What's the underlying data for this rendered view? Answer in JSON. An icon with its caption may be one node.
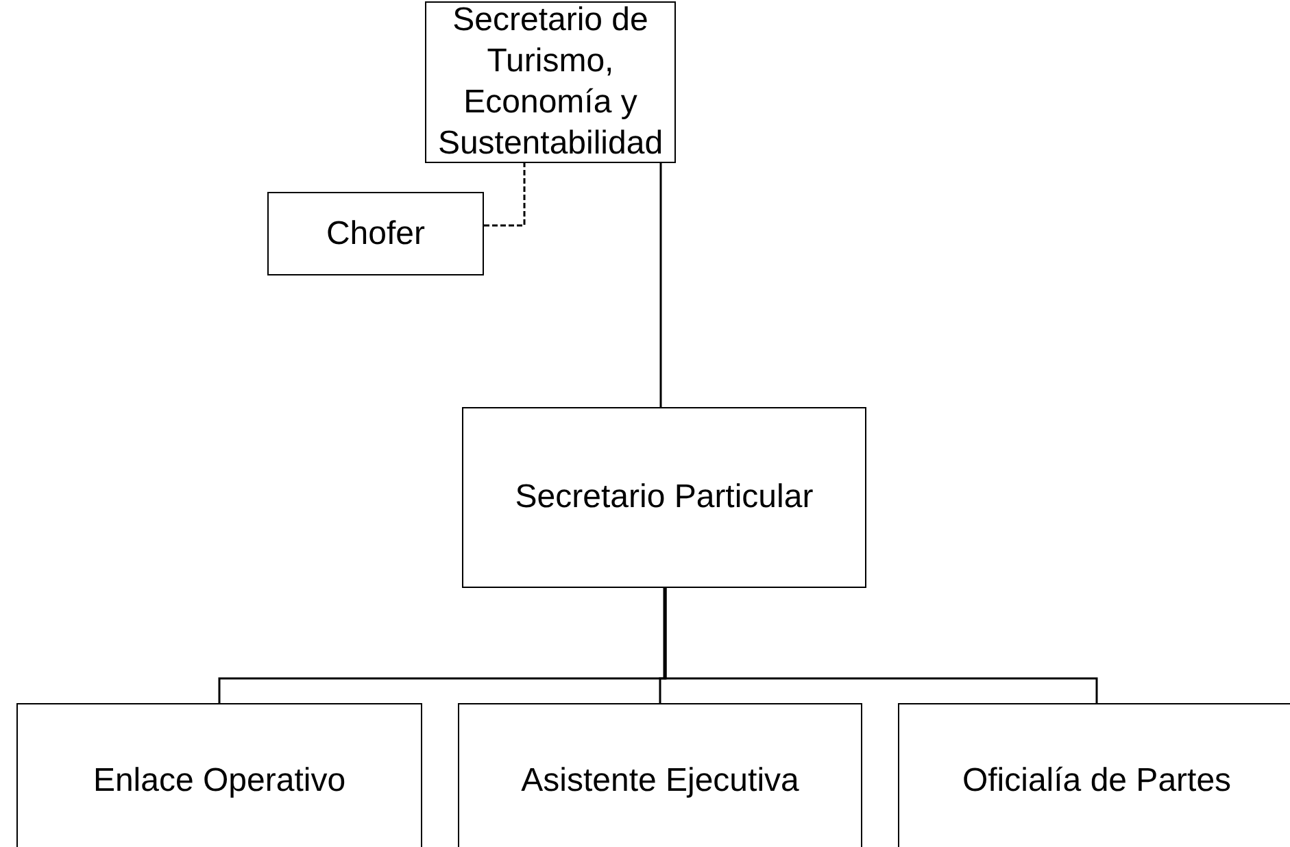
{
  "diagram": {
    "nodes": [
      {
        "text": [
          "Secretario de Turismo, Economía y Sustentabilidad"
        ]
      },
      {
        "text": [
          "Chofer"
        ]
      },
      {
        "text": [
          "Secretario Particular"
        ]
      },
      {
        "text": [
          "Enlace Operativo"
        ]
      },
      {
        "text": [
          "Asistente Ejecutiva"
        ]
      },
      {
        "text": [
          "Oficialía de Partes"
        ]
      }
    ],
    "edges": [
      {
        "from": 0,
        "to": 2,
        "arrow": "none"
      },
      {
        "from": 1,
        "to": 0,
        "arrow": "none",
        "style": "dashed"
      },
      {
        "from": 2,
        "to": 3,
        "arrow": "none"
      },
      {
        "from": 2,
        "to": 4,
        "arrow": "none"
      },
      {
        "from": 2,
        "to": 5,
        "arrow": "none"
      }
    ]
  }
}
